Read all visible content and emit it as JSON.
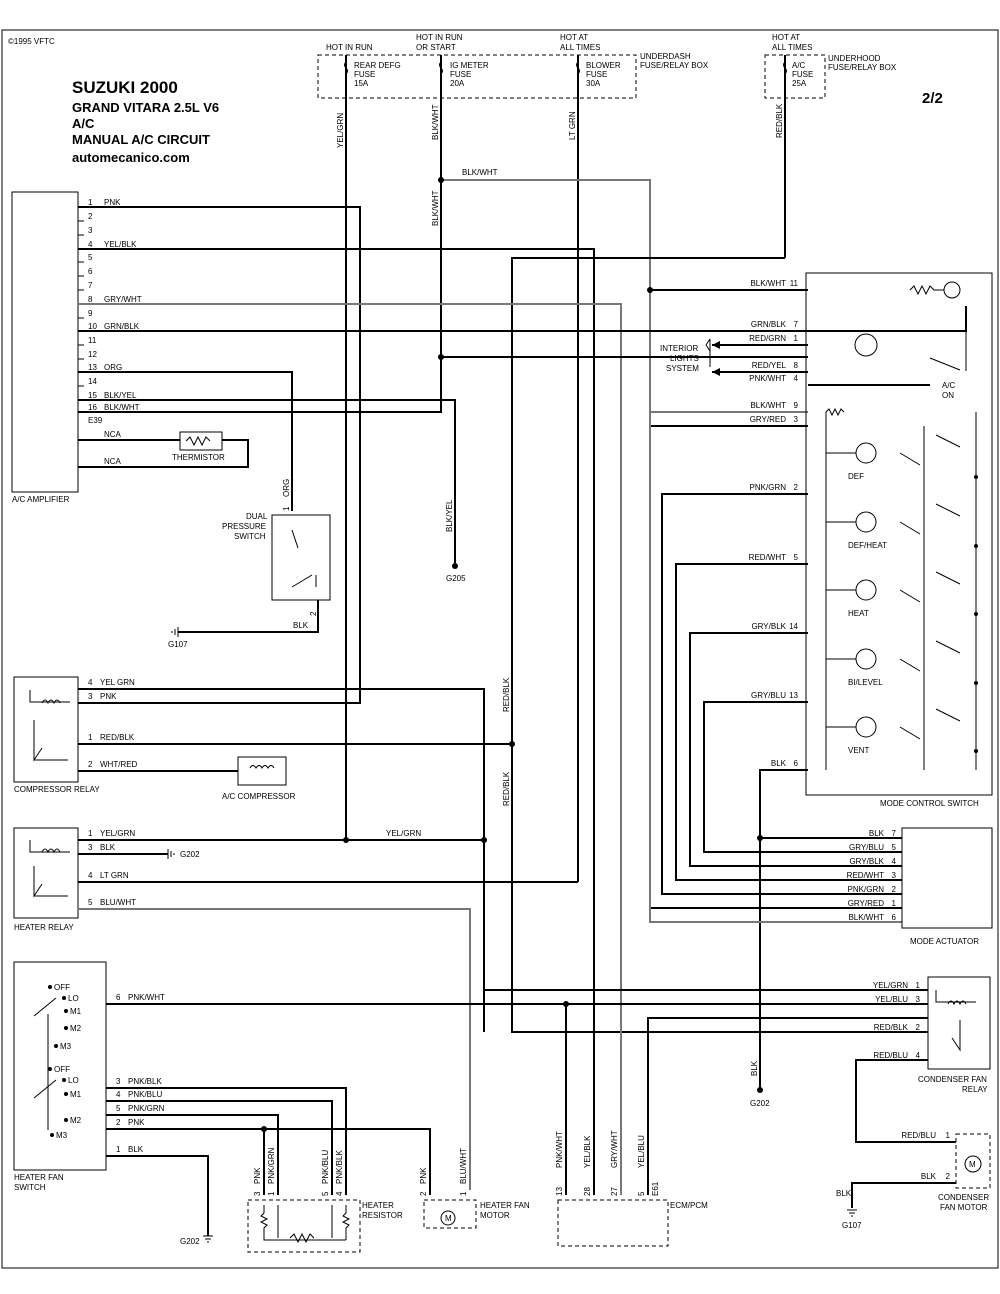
{
  "header": {
    "copyright": "©1995 VFTC",
    "title": "SUZUKI 2000",
    "model": "GRAND VITARA  2.5L  V6",
    "system": "A/C",
    "circuit": "MANUAL A/C CIRCUIT",
    "site": "automecanico.com",
    "page": "2/2"
  },
  "fuse_top": {
    "hot_run": "HOT IN RUN",
    "hot_run_start_1": "HOT IN RUN",
    "hot_run_start_2": "OR START",
    "hot_all_1": "HOT AT",
    "hot_all_2": "ALL TIMES",
    "rear_defg": [
      "REAR DEFG",
      "FUSE",
      "15A"
    ],
    "ig_meter": [
      "IG METER",
      "FUSE",
      "20A"
    ],
    "blower": [
      "BLOWER",
      "FUSE",
      "30A"
    ],
    "underdash": [
      "UNDERDASH",
      "FUSE/RELAY BOX"
    ],
    "hot_all_b_1": "HOT AT",
    "hot_all_b_2": "ALL TIMES",
    "ac_fuse": [
      "A/C",
      "FUSE",
      "25A"
    ],
    "underhood": [
      "UNDERHOOD",
      "FUSE/RELAY BOX"
    ]
  },
  "wire_top": {
    "yel_grn": "YEL/GRN",
    "blk_wht": "BLK/WHT",
    "lt_grn": "LT GRN",
    "red_blk": "RED/BLK",
    "blk_wht_h": "BLK/WHT",
    "blk_wht_v2": "BLK/WHT"
  },
  "amplifier": {
    "name": "A/C AMPLIFIER",
    "connector": "E39",
    "pins": [
      {
        "n": "1",
        "c": "PNK"
      },
      {
        "n": "2",
        "c": ""
      },
      {
        "n": "3",
        "c": ""
      },
      {
        "n": "4",
        "c": "YEL/BLK"
      },
      {
        "n": "5",
        "c": ""
      },
      {
        "n": "6",
        "c": ""
      },
      {
        "n": "7",
        "c": ""
      },
      {
        "n": "8",
        "c": "GRY/WHT"
      },
      {
        "n": "9",
        "c": ""
      },
      {
        "n": "10",
        "c": "GRN/BLK"
      },
      {
        "n": "11",
        "c": ""
      },
      {
        "n": "12",
        "c": ""
      },
      {
        "n": "13",
        "c": "ORG"
      },
      {
        "n": "14",
        "c": ""
      },
      {
        "n": "15",
        "c": "BLK/YEL"
      },
      {
        "n": "16",
        "c": "BLK/WHT"
      }
    ],
    "nca1": "NCA",
    "nca2": "NCA",
    "thermistor": "THERMISTOR"
  },
  "dual_pressure": {
    "name1": "DUAL",
    "name2": "PRESSURE",
    "name3": "SWITCH",
    "org": "ORG",
    "pin1": "1",
    "pin2": "2",
    "blk": "BLK",
    "g107": "G107"
  },
  "ground_g205": {
    "blk_yel": "BLK/YEL",
    "g205": "G205"
  },
  "interior": {
    "l1": "INTERIOR",
    "l2": "LIGHTS",
    "l3": "SYSTEM"
  },
  "mode_control": {
    "name": "MODE CONTROL SWITCH",
    "rows": [
      {
        "c": "BLK/WHT",
        "n": "11"
      },
      {
        "c": "GRN/BLK",
        "n": "7"
      },
      {
        "c": "RED/GRN",
        "n": "1"
      },
      {
        "c": "RED/YEL",
        "n": "8"
      },
      {
        "c": "PNK/WHT",
        "n": "4"
      },
      {
        "c": "BLK/WHT",
        "n": "9"
      },
      {
        "c": "GRY/RED",
        "n": "3"
      },
      {
        "c": "PNK/GRN",
        "n": "2"
      },
      {
        "c": "RED/WHT",
        "n": "5"
      },
      {
        "c": "GRY/BLK",
        "n": "14"
      },
      {
        "c": "GRY/BLU",
        "n": "13"
      },
      {
        "c": "BLK",
        "n": "6"
      }
    ],
    "ac_on_1": "A/C",
    "ac_on_2": "ON",
    "modes": [
      "DEF",
      "DEF/HEAT",
      "HEAT",
      "BI/LEVEL",
      "VENT"
    ]
  },
  "compressor_relay": {
    "name": "COMPRESSOR RELAY",
    "pins": [
      {
        "n": "4",
        "c": "YEL GRN"
      },
      {
        "n": "3",
        "c": "PNK"
      },
      {
        "n": "1",
        "c": "RED/BLK"
      },
      {
        "n": "2",
        "c": "WHT/RED"
      }
    ],
    "compressor": "A/C COMPRESSOR"
  },
  "heater_relay": {
    "name": "HEATER RELAY",
    "pins": [
      {
        "n": "1",
        "c": "YEL/GRN"
      },
      {
        "n": "3",
        "c": "BLK"
      },
      {
        "n": "4",
        "c": "LT GRN"
      },
      {
        "n": "5",
        "c": "BLU/WHT"
      }
    ],
    "g202": "G202",
    "yel_grn_mid": "YEL/GRN"
  },
  "red_blk_labels": [
    "RED/BLK",
    "RED/BLK"
  ],
  "mode_actuator": {
    "name": "MODE ACTUATOR",
    "rows": [
      {
        "c": "BLK",
        "n": "7"
      },
      {
        "c": "GRY/BLU",
        "n": "5"
      },
      {
        "c": "GRY/BLK",
        "n": "4"
      },
      {
        "c": "RED/WHT",
        "n": "3"
      },
      {
        "c": "PNK/GRN",
        "n": "2"
      },
      {
        "c": "GRY/RED",
        "n": "1"
      },
      {
        "c": "BLK/WHT",
        "n": "6"
      }
    ]
  },
  "heater_fan_switch": {
    "name1": "HEATER FAN",
    "name2": "SWITCH",
    "pos_a": [
      "OFF",
      "LO",
      "M1",
      "M2",
      "M3"
    ],
    "pos_b": [
      "OFF",
      "LO",
      "M1",
      "M2",
      "M3"
    ],
    "pins": [
      {
        "n": "6",
        "c": "PNK/WHT"
      },
      {
        "n": "3",
        "c": "PNK/BLK"
      },
      {
        "n": "4",
        "c": "PNK/BLU"
      },
      {
        "n": "5",
        "c": "PNK/GRN"
      },
      {
        "n": "2",
        "c": "PNK"
      },
      {
        "n": "1",
        "c": "BLK"
      }
    ],
    "g202": "G202"
  },
  "heater_resistor": {
    "name1": "HEATER",
    "name2": "RESISTOR",
    "pins": [
      {
        "n": "3",
        "c": "PNK"
      },
      {
        "n": "1",
        "c": "PNK/GRN"
      },
      {
        "n": "5",
        "c": "PNK/BLU"
      },
      {
        "n": "4",
        "c": "PNK/BLK"
      }
    ]
  },
  "heater_fan_motor": {
    "name1": "HEATER FAN",
    "name2": "MOTOR",
    "pins": [
      {
        "n": "2",
        "c": "PNK"
      },
      {
        "n": "1",
        "c": "BLU/WHT"
      }
    ],
    "m": "M"
  },
  "ecm": {
    "name": "ECM/PCM",
    "connector": "E61",
    "pins": [
      {
        "n": "13",
        "c": "PNK/WHT"
      },
      {
        "n": "28",
        "c": "YEL/BLK"
      },
      {
        "n": "27",
        "c": "GRY/WHT"
      },
      {
        "n": "5",
        "c": "YEL/BLU"
      }
    ]
  },
  "condenser_relay": {
    "name1": "CONDENSER FAN",
    "name2": "RELAY",
    "rows": [
      {
        "c": "YEL/GRN",
        "n": "1"
      },
      {
        "c": "YEL/BLU",
        "n": "3"
      },
      {
        "c": "RED/BLK",
        "n": "2"
      },
      {
        "c": "RED/BLU",
        "n": "4"
      }
    ],
    "blk": "BLK",
    "g202": "G202"
  },
  "condenser_motor": {
    "name1": "CONDENSER",
    "name2": "FAN MOTOR",
    "rows": [
      {
        "c": "RED/BLU",
        "n": "1"
      },
      {
        "c": "BLK",
        "n": "2"
      }
    ],
    "blk": "BLK",
    "g107": "G107",
    "m": "M"
  }
}
